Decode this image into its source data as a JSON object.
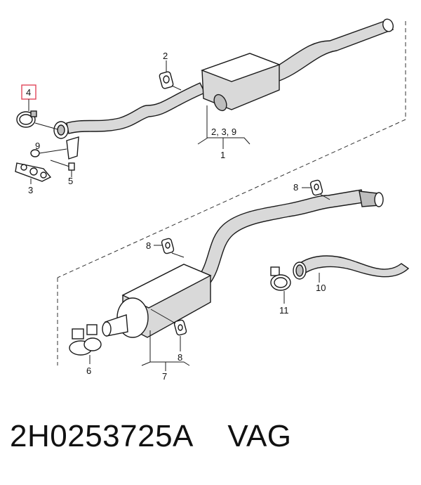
{
  "callouts": {
    "c4": "4",
    "c2_top": "2",
    "c9": "9",
    "c3": "3",
    "c5": "5",
    "c239": "2, 3, 9",
    "c1": "1",
    "c8_upper": "8",
    "c8_mid": "8",
    "c8_low": "8",
    "c11": "11",
    "c10": "10",
    "c6": "6",
    "c7": "7"
  },
  "caption": {
    "part_number": "2H0253725A",
    "brand": "VAG"
  },
  "colors": {
    "highlight": "#e0485a",
    "line": "#1a1a1a",
    "fill_gray": "#d9d9d9"
  }
}
